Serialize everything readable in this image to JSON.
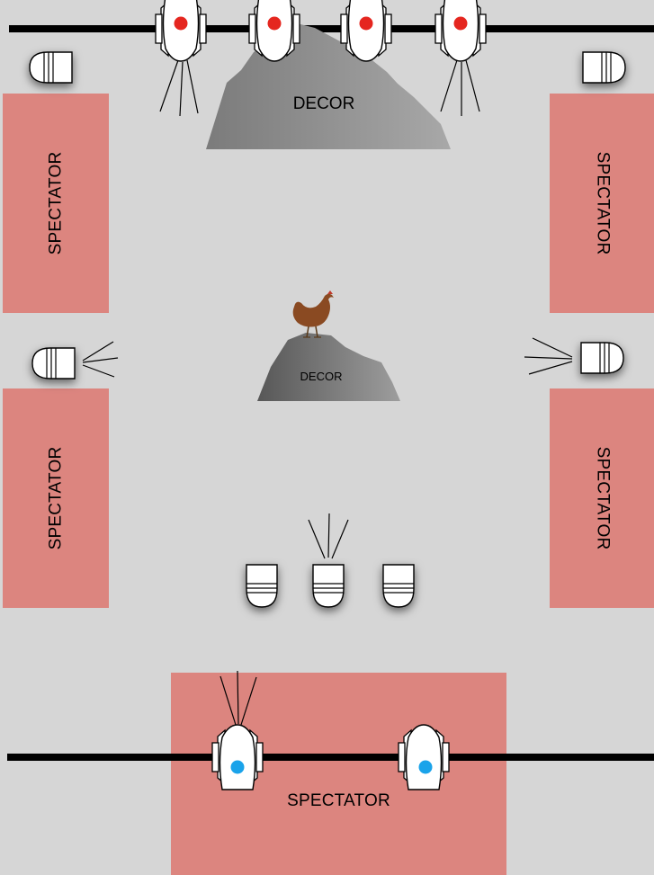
{
  "decor": {
    "top_label": "DECOR",
    "center_label": "DECOR"
  },
  "spectator_zones": {
    "left_upper": "SPECTATOR",
    "left_lower": "SPECTATOR",
    "right_upper": "SPECTATOR",
    "right_lower": "SPECTATOR",
    "bottom": "SPECTATOR"
  },
  "colors": {
    "background": "#d6d6d6",
    "spectator_zone": "#dc857f",
    "rail": "#000000",
    "camera_top_dot": "#e5261f",
    "camera_bottom_dot": "#1aa3ea",
    "decor_rock": "#7a7a7a",
    "chicken": "#8a4a22"
  },
  "icons": {
    "rail_camera": "dolly-camera-icon",
    "spot_light": "spotlight-icon",
    "chicken": "chicken-icon"
  }
}
